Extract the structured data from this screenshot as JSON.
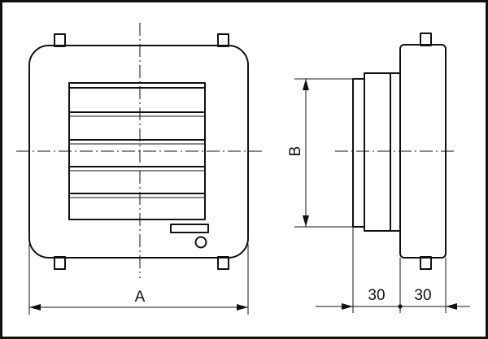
{
  "dimensions": {
    "width_label": "A",
    "height_label": "B",
    "depth_front": "30",
    "depth_back": "30"
  }
}
